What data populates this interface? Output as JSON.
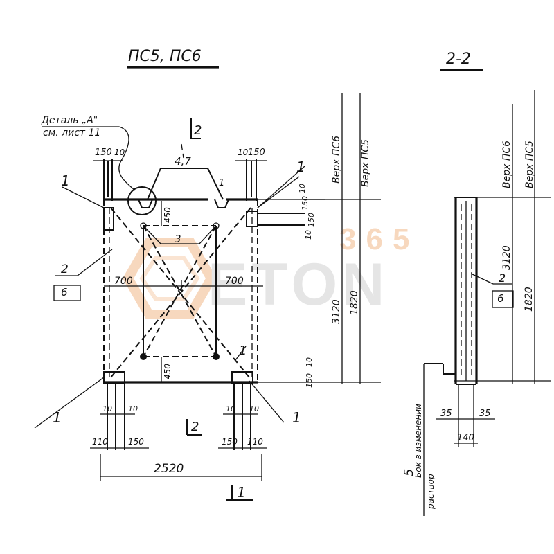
{
  "titles": {
    "main_view": "ПС5, ПС6",
    "section_view": "2-2"
  },
  "callouts": {
    "detail_ref_line1": "Деталь „А\"",
    "detail_ref_line2": "см. лист 11",
    "weld_mark": "4,7",
    "section_mark_top": "2",
    "section_mark_bottom": "2",
    "axis_mark_bottom": "1",
    "leader_1_top_left": "1",
    "leader_1_top_right": "1",
    "leader_1_bottom_left": "1",
    "leader_1_bottom_right": "1",
    "leader_1_mid_right": "1",
    "leader_1_top_center": "1",
    "mark_2_left": "2",
    "mark_6_left": "6",
    "mark_3_center": "3",
    "mark_2_section": "2",
    "mark_6_section": "6"
  },
  "vertical_labels": {
    "top_ps6": "Верх ПС6",
    "top_ps5": "Верх ПС5",
    "section_top_ps6": "Верх ПС6",
    "section_top_ps5": "Верх ПС5",
    "concrete_note_line1": "Бок в изменении",
    "concrete_note_line2": "раствор",
    "concrete_note_mark": "5"
  },
  "dimensions": {
    "d_150_tl": "150",
    "d_10_tl": "10",
    "d_10_tr": "10",
    "d_150_tr": "150",
    "d_10_right_top": "10",
    "d_150_right_top": "150",
    "d_150_right_top2": "150",
    "d_10_right_top2": "10",
    "d_450_top": "450",
    "d_700_left": "700",
    "d_700_right": "700",
    "d_3120": "3120",
    "d_1820": "1820",
    "d_450_bottom": "450",
    "d_10_right_bottom": "10",
    "d_150_right_bottom": "150",
    "d_10_bl": "10",
    "d_10_bl2": "10",
    "d_10_br": "10",
    "d_10_br2": "10",
    "d_110_l": "110",
    "d_150_l": "150",
    "d_150_r": "150",
    "d_110_r": "110",
    "d_2520": "2520",
    "s_3120": "3120",
    "s_1820": "1820",
    "s_35_l": "35",
    "s_35_r": "35",
    "s_140": "140"
  },
  "watermark": {
    "number": "365",
    "brand": "ETON"
  }
}
